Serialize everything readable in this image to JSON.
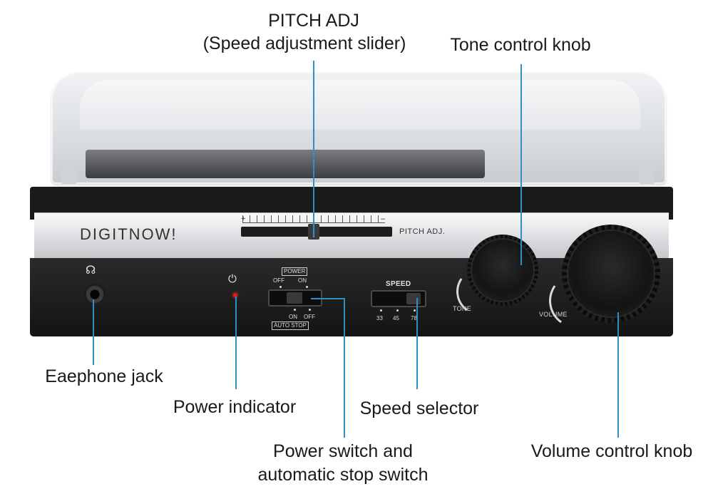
{
  "callouts": {
    "pitch_title": "PITCH ADJ",
    "pitch_subtitle": "(Speed adjustment slider)",
    "tone": "Tone control knob",
    "earphone": "Eaephone jack",
    "power_indicator": "Power indicator",
    "speed_selector": "Speed selector",
    "power_switch_line1": "Power switch and",
    "power_switch_line2": "automatic stop switch",
    "volume": "Volume control knob"
  },
  "device": {
    "brand": "DIGITNOW!",
    "pitch_plus": "+",
    "pitch_minus": "–",
    "pitch_label": "PITCH ADJ.",
    "power_box": "POWER",
    "power_off": "OFF",
    "power_on": "ON",
    "autostop_on": "ON",
    "autostop_off": "OFF",
    "autostop_box": "AUTO  STOP",
    "speed_title": "SPEED",
    "speed_33": "33",
    "speed_45": "45",
    "speed_78": "78",
    "tone_label": "TONE",
    "volume_label": "VOLUME",
    "headphone_symbol": "☊",
    "power_symbol": "⏻"
  },
  "colors": {
    "leader": "#2f8fc6",
    "led": "#e21b1b",
    "chassis": "#1a1a1a"
  }
}
